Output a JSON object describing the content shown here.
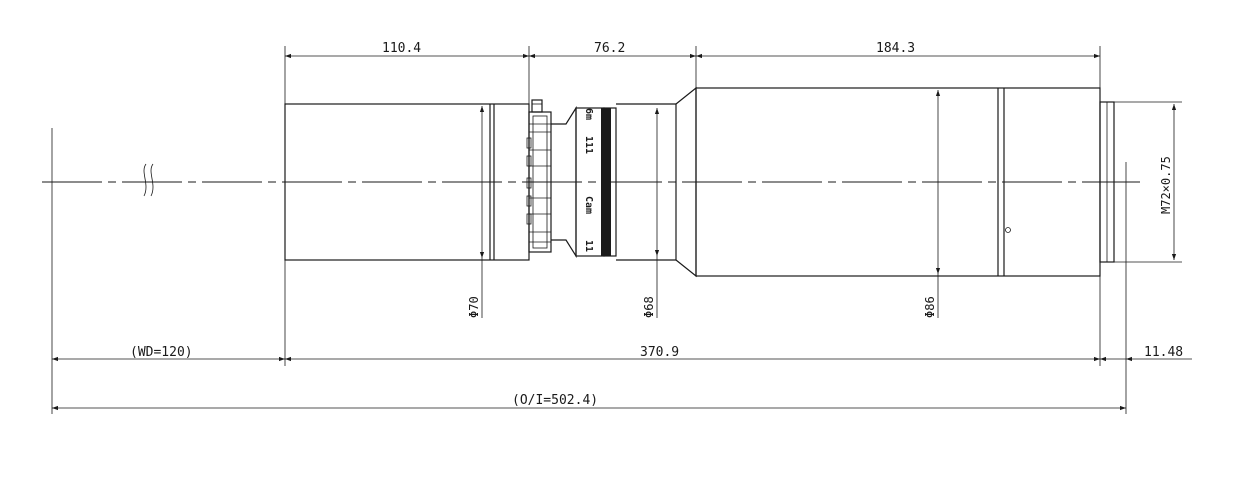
{
  "dimensions": {
    "front_length": "110.4",
    "middle_length": "76.2",
    "rear_length": "184.3",
    "working_distance": "(WD=120)",
    "lens_length": "370.9",
    "back_offset": "11.48",
    "object_to_image": "(O/I=502.4)"
  },
  "diameters": {
    "front": "Φ70",
    "middle": "Φ68",
    "rear": "Φ86"
  },
  "thread": "M72×0.75",
  "engraving": {
    "ring_a": "Cam",
    "ring_b": "111",
    "ring_c": "6m",
    "ring_d": "11"
  }
}
